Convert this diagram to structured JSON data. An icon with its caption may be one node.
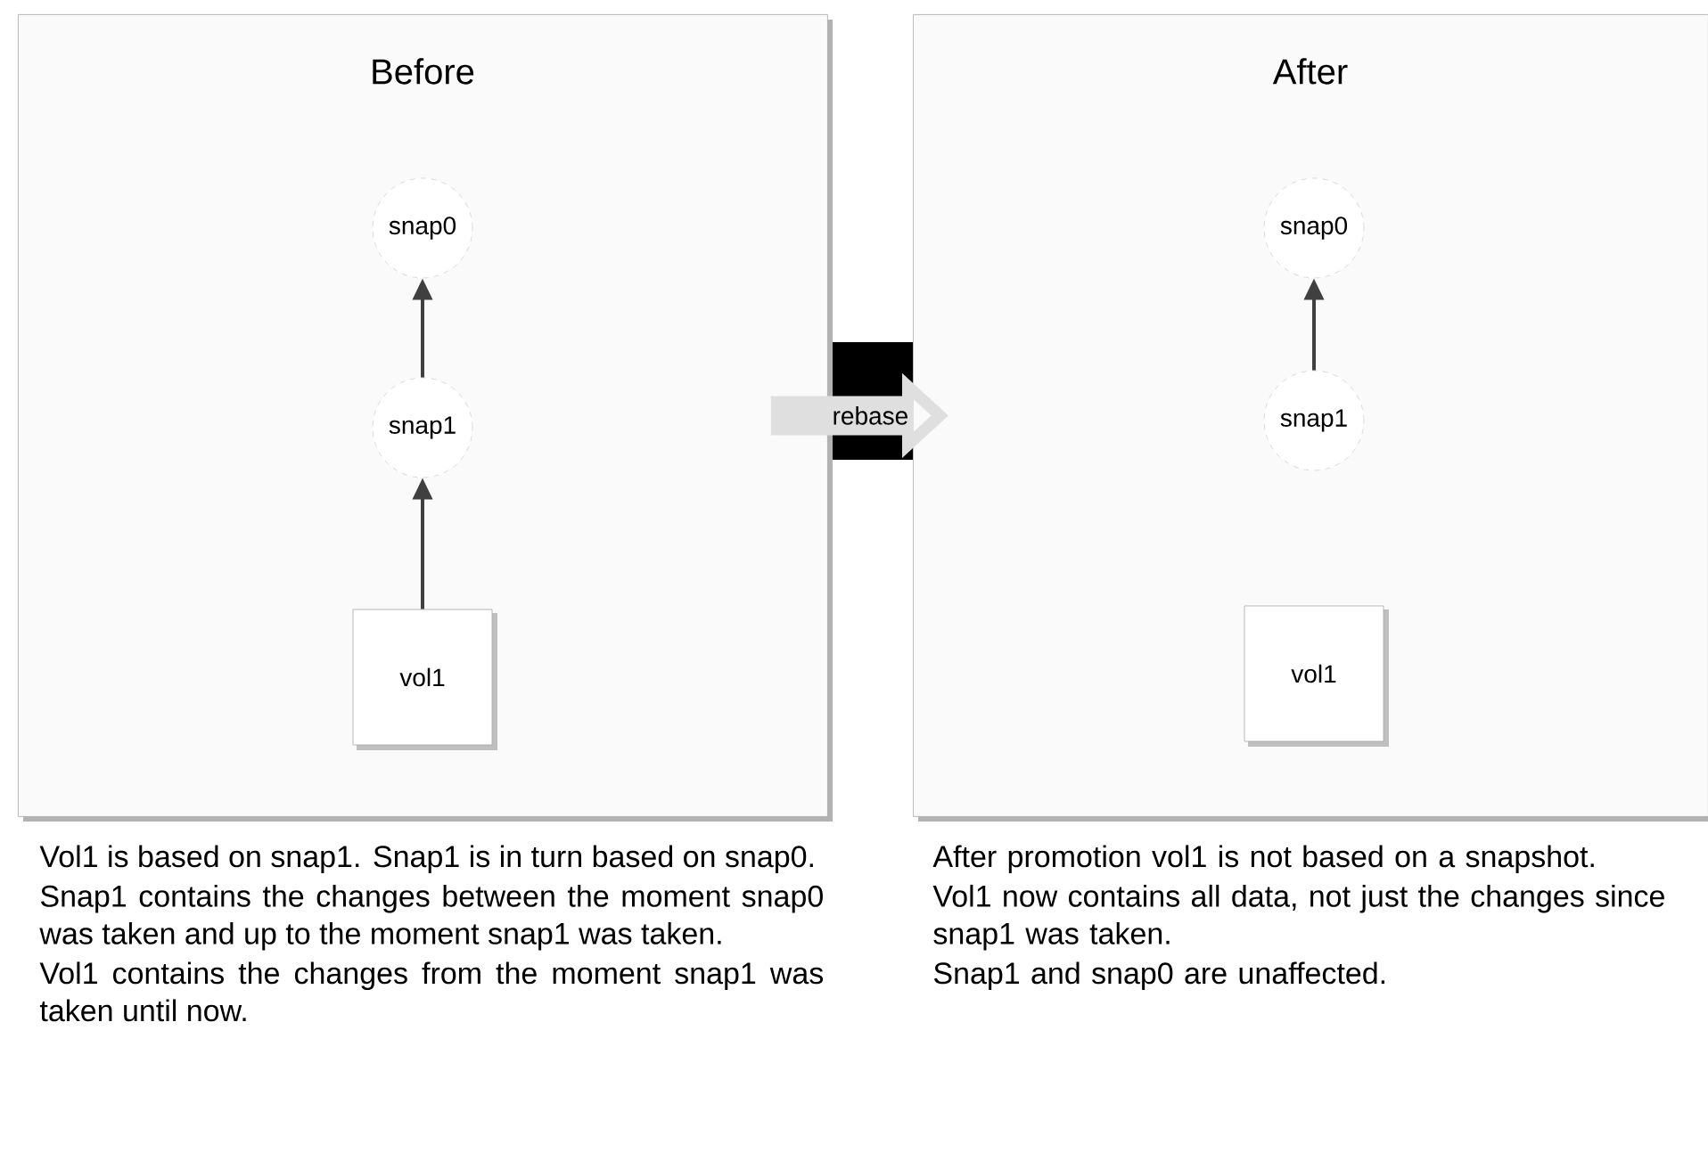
{
  "diagram": {
    "nodes": [
      {
        "text": [
          "Before"
        ]
      },
      {
        "text": [
          "snap0"
        ],
        "in": 0
      },
      {
        "text": [
          "snap1"
        ],
        "in": 0
      },
      {
        "text": [
          "vol1"
        ],
        "in": 0
      },
      {
        "text": [
          "After"
        ]
      },
      {
        "text": [
          "snap0"
        ],
        "in": 4
      },
      {
        "text": [
          "snap1"
        ],
        "in": 4
      },
      {
        "text": [
          "vol1"
        ],
        "in": 4
      }
    ],
    "edges": [
      {
        "from": 3,
        "to": 2,
        "arrow": "to"
      },
      {
        "from": 2,
        "to": 1,
        "arrow": "to"
      },
      {
        "from": 6,
        "to": 5,
        "arrow": "to"
      },
      {
        "from": 0,
        "to": 4,
        "arrow": "to",
        "label": "rebase",
        "style": "thick",
        "color": "#dfdfdf"
      }
    ],
    "labels": [
      "Vol1 is based on snap1. Snap1 is in turn based on snap0.",
      "Snap1 contains the changes between the moment snap0 was taken and up to the moment snap1 was taken.",
      "Vol1 contains the changes from the moment snap1 was taken until now.",
      "After promotion vol1 is not based on a snapshot.",
      "Vol1 now contains all data, not just the changes since snap1 was taken.",
      "Snap1 and snap0 are unaffected."
    ]
  }
}
